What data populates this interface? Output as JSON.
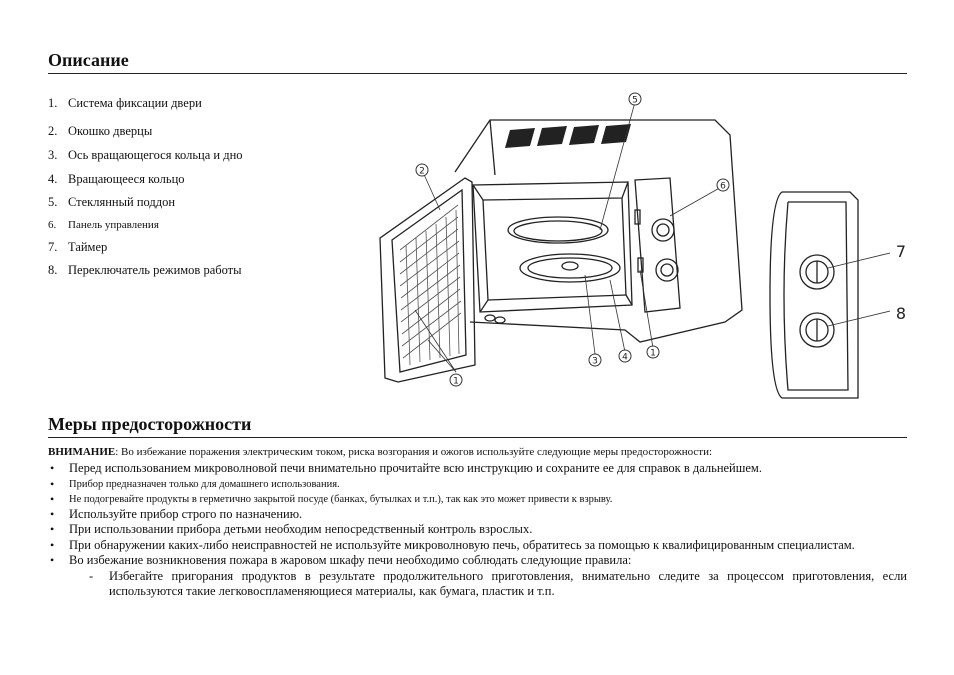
{
  "section_description": {
    "title": "Описание",
    "items": [
      {
        "num": "1.",
        "text": "Система фиксации двери"
      },
      {
        "num": "2.",
        "text": "Окошко дверцы"
      },
      {
        "num": "3.",
        "text": "Ось вращающегося кольца и дно"
      },
      {
        "num": "4.",
        "text": "Вращающееся кольцо"
      },
      {
        "num": "5.",
        "text": "Стеклянный поддон"
      },
      {
        "num": "6.",
        "text": "Панель управления"
      },
      {
        "num": "7.",
        "text": "Таймер"
      },
      {
        "num": "8.",
        "text": "Переключатель режимов работы"
      }
    ]
  },
  "figure": {
    "callouts": [
      "1",
      "1",
      "2",
      "3",
      "4",
      "5",
      "6",
      "7",
      "8"
    ]
  },
  "section_precautions": {
    "title": "Меры предосторожности",
    "warning_label": "ВНИМАНИЕ",
    "warning_text": ": Во избежание поражения электрическим током, риска возгорания и ожогов используйте следующие меры предосторожности:",
    "bullets": [
      "Перед использованием микроволновой печи внимательно прочитайте всю инструкцию и сохраните ее для справок в дальнейшем.",
      "Прибор предназначен только для домашнего использования.",
      "Не подогревайте продукты в герметично закрытой посуде (банках, бутылках и т.п.),  так как это может привести к взрыву.",
      "Используйте прибор строго по назначению.",
      "При использовании прибора детьми необходим непосредственный контроль взрослых.",
      "При обнаружении каких-либо неисправностей не используйте микроволновую печь, обратитесь за помощью к квалифицированным специалистам.",
      "Во избежание возникновения пожара в жаровом шкафу печи необходимо соблюдать следующие правила:"
    ],
    "sub_items": [
      {
        "marker": "-",
        "text": "Избегайте пригорания продуктов в результате продолжительного приготовления, внимательно следите за процессом приготовления, если используются такие легковоспламеняющиеся материалы, как бумага, пластик и т.п."
      }
    ]
  }
}
